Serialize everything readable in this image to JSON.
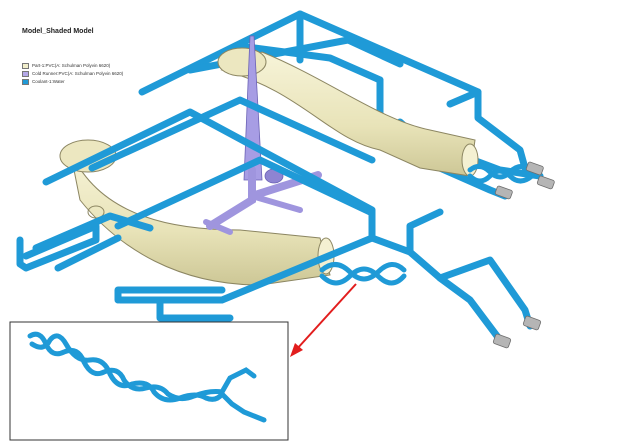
{
  "title": "Model_Shaded Model",
  "legend": [
    {
      "label": "Part-1:PVC(A: Schulman Polyvin 6620)",
      "color": "#f1eecb"
    },
    {
      "label": "Cold Runner:PVC(A: Schulman Polyvin 6620)",
      "color": "#b4a8e8"
    },
    {
      "label": "Coolant-1:Water",
      "color": "#1f9ad7"
    }
  ],
  "colors": {
    "coolant": "#1f9ad7",
    "part": "#efebc6",
    "runner": "#9f95de",
    "fitting": "#a8a8a8",
    "arrow": "#e21d1d"
  }
}
